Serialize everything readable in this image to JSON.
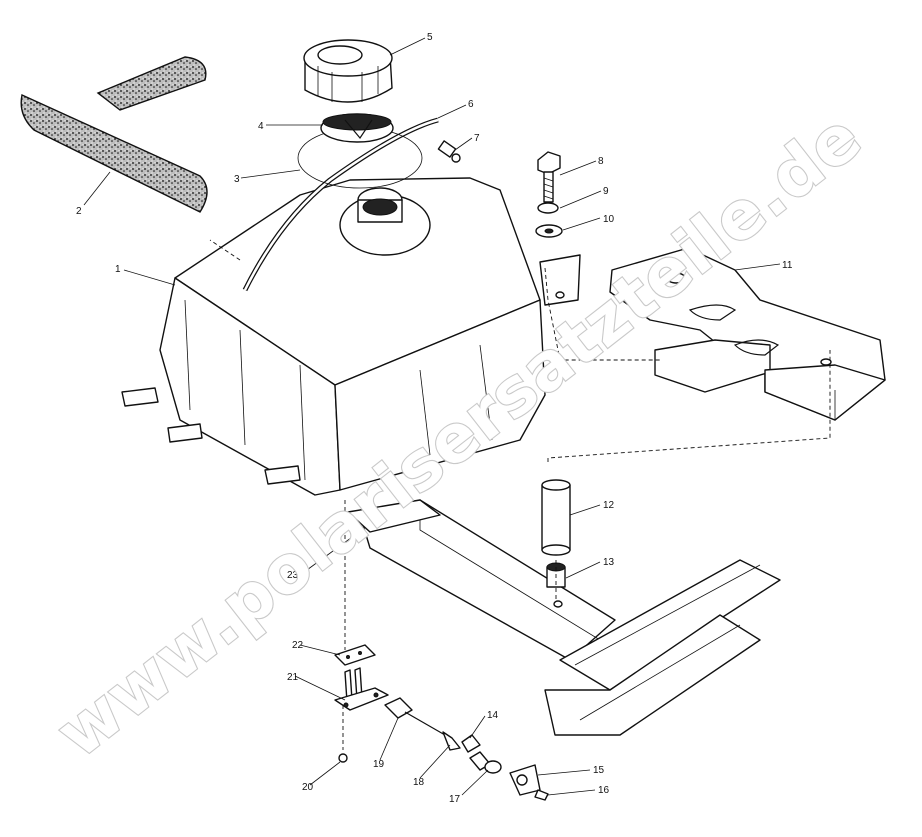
{
  "diagram": {
    "labels": [
      "1",
      "2",
      "3",
      "4",
      "5",
      "6",
      "7",
      "8",
      "9",
      "10",
      "11",
      "12",
      "13",
      "14",
      "15",
      "16",
      "17",
      "18",
      "19",
      "20",
      "21",
      "22",
      "23"
    ]
  },
  "watermark": {
    "text": "www.polarisersatzteile.de",
    "color": "#c9c9c9"
  }
}
